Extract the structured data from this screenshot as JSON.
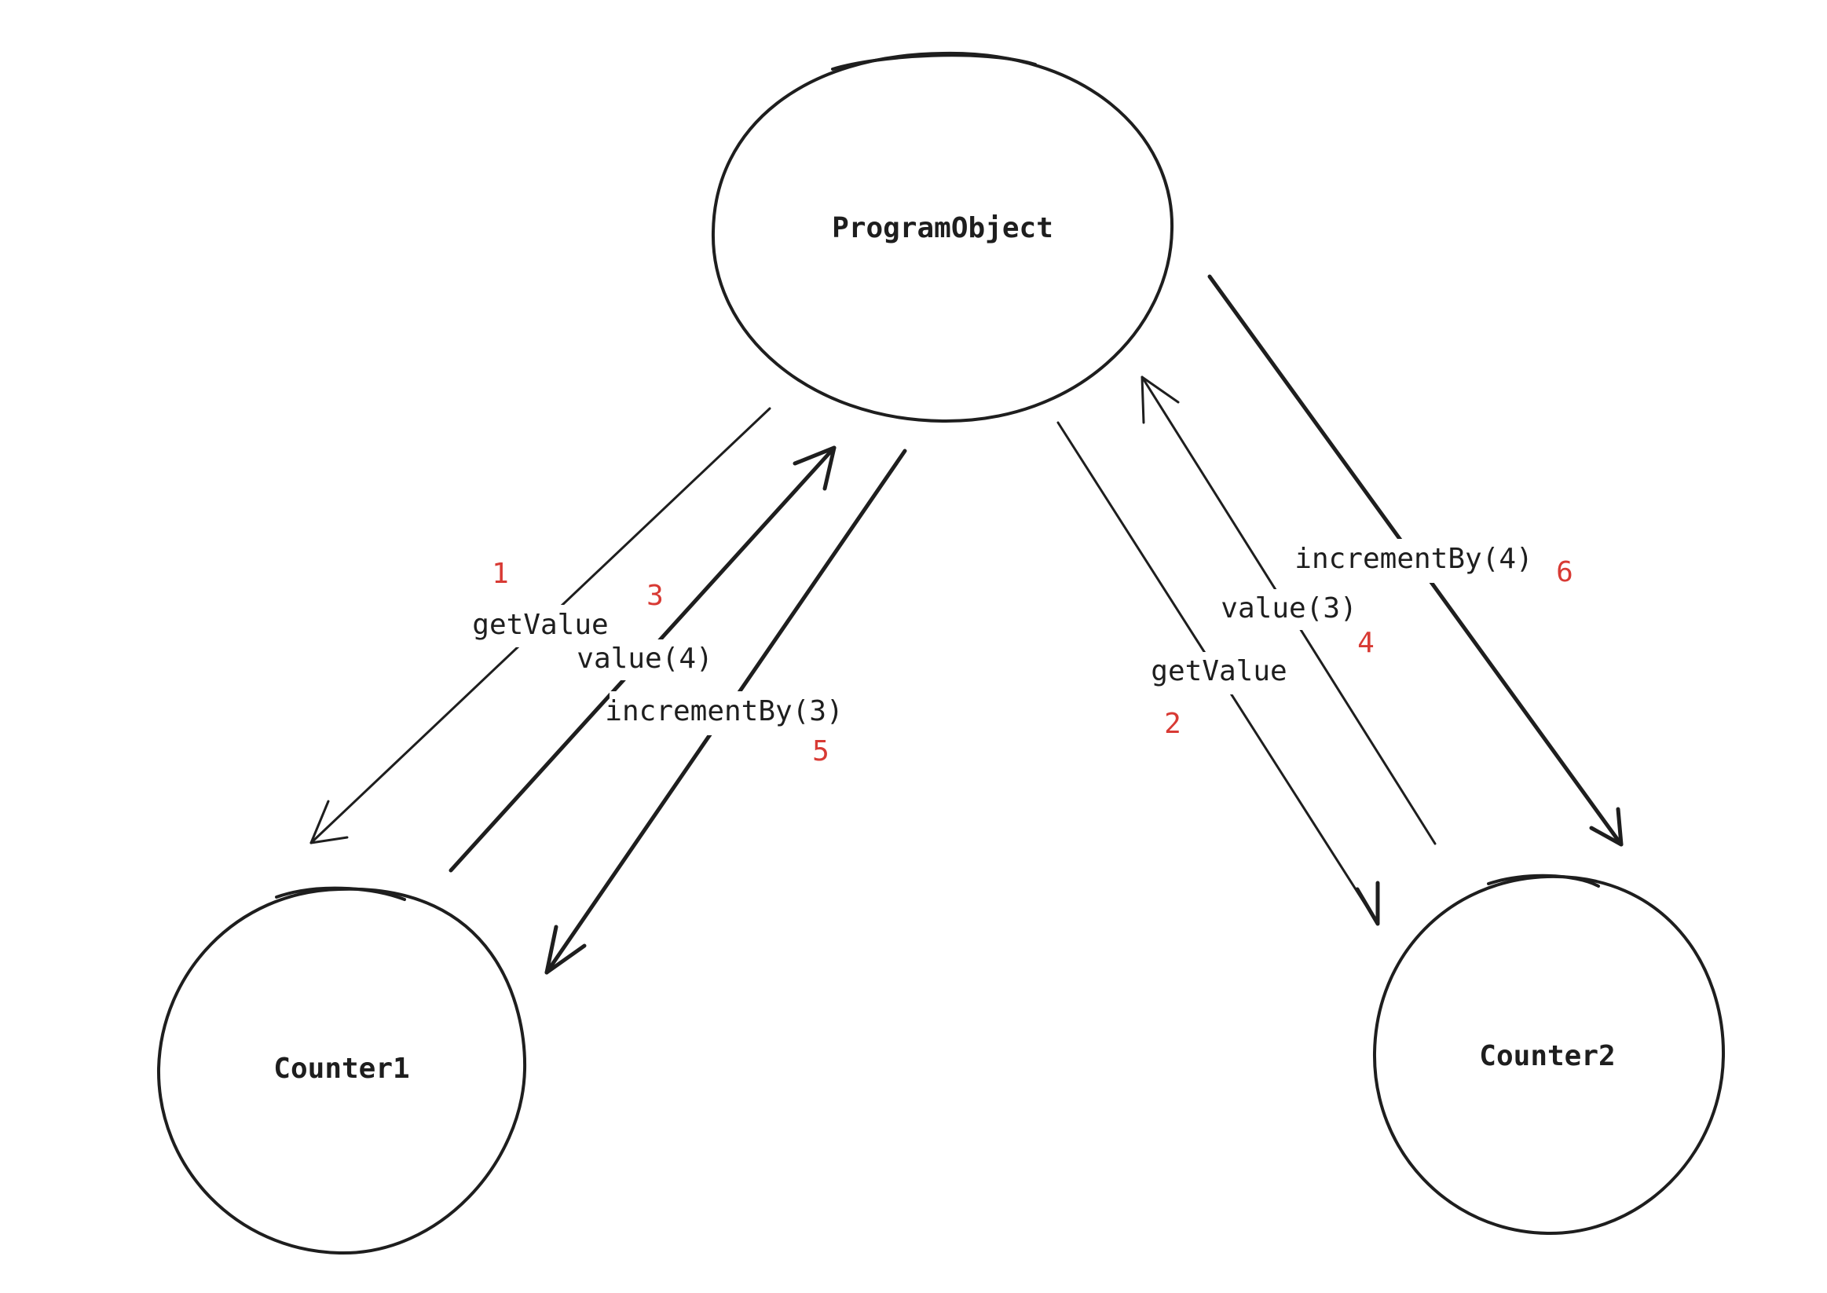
{
  "diagram": {
    "nodes": {
      "program_object": {
        "label": "ProgramObject"
      },
      "counter1": {
        "label": "Counter1"
      },
      "counter2": {
        "label": "Counter2"
      }
    },
    "messages": [
      {
        "label": "getValue",
        "step": "1",
        "from": "ProgramObject",
        "to": "Counter1"
      },
      {
        "label": "getValue",
        "step": "2",
        "from": "ProgramObject",
        "to": "Counter2"
      },
      {
        "label": "value(4)",
        "step": "3",
        "from": "Counter1",
        "to": "ProgramObject"
      },
      {
        "label": "value(3)",
        "step": "4",
        "from": "Counter2",
        "to": "ProgramObject"
      },
      {
        "label": "incrementBy(3)",
        "step": "5",
        "from": "ProgramObject",
        "to": "Counter1"
      },
      {
        "label": "incrementBy(4)",
        "step": "6",
        "from": "ProgramObject",
        "to": "Counter2"
      }
    ],
    "colors": {
      "stroke": "#1e1e1e",
      "step_number": "#d83a34",
      "background": "#ffffff"
    }
  }
}
